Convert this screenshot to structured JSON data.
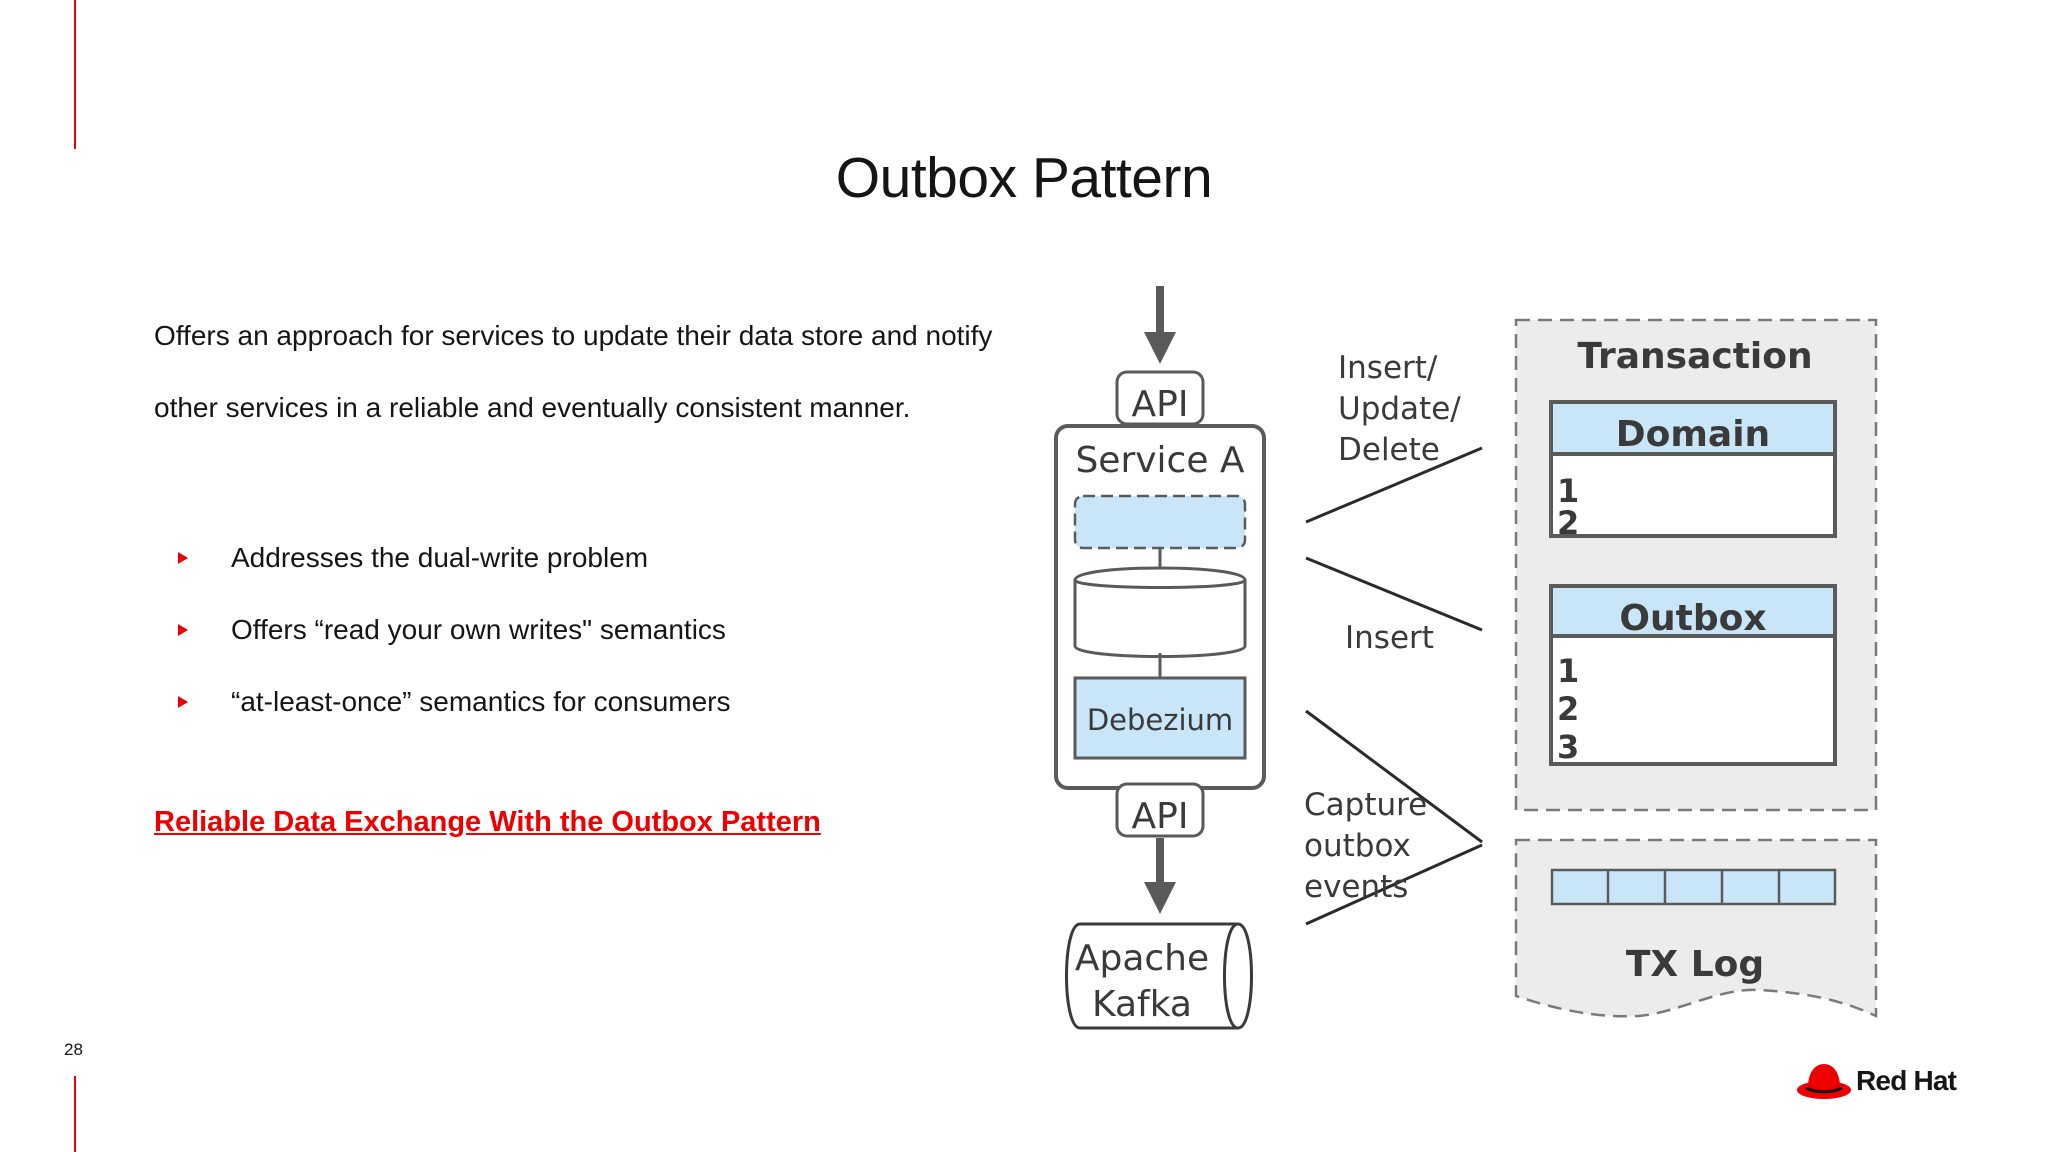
{
  "slide": {
    "page_number": "28",
    "title": "Outbox Pattern",
    "intro": "Offers an approach for services to update their data store and notify other services in a reliable and eventually consistent manner.",
    "bullets": [
      "Addresses the dual-write problem",
      "Offers “read your own writes\" semantics",
      "“at-least-once” semantics for consumers"
    ],
    "link_text": "Reliable Data Exchange With the Outbox Pattern"
  },
  "diagram": {
    "api_top": "API",
    "service": "Service A",
    "debezium": "Debezium",
    "api_bottom": "API",
    "kafka_line1": "Apache",
    "kafka_line2": "Kafka",
    "label_write_line1": "Insert/",
    "label_write_line2": "Update/",
    "label_write_line3": "Delete",
    "label_insert": "Insert",
    "label_capture_line1": "Capture",
    "label_capture_line2": "outbox",
    "label_capture_line3": "events",
    "transaction": "Transaction",
    "domain": "Domain",
    "domain_rows": [
      "1",
      "2"
    ],
    "outbox": "Outbox",
    "outbox_rows": [
      "1",
      "2",
      "3"
    ],
    "txlog": "TX Log"
  },
  "logo": {
    "text": "Red Hat"
  },
  "colors": {
    "accent": "#ee0000",
    "box_fill": "#c8e6f7",
    "diagram_stroke": "#5a5a5a",
    "panel_fill": "#ececec"
  },
  "icons": {
    "bullet": "red-triangle",
    "logo": "red-hat-fedora-icon"
  }
}
